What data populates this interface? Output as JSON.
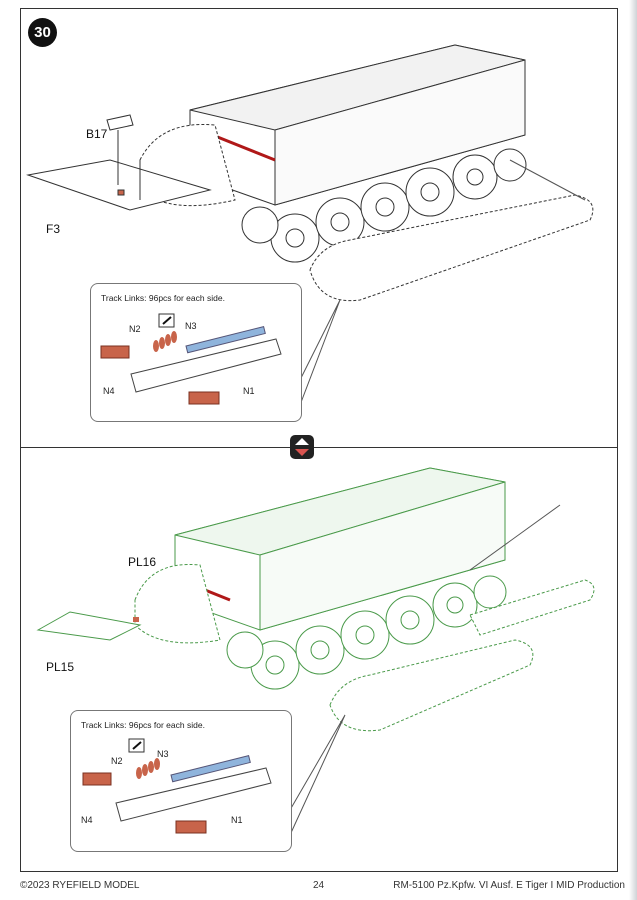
{
  "step_number": "30",
  "top_panel": {
    "labels": {
      "b17": "B17",
      "f3": "F3"
    },
    "callout": {
      "title": "Track Links: 96pcs for each side.",
      "n1": "N1",
      "n2": "N2",
      "n3": "N3",
      "n4": "N4"
    }
  },
  "bottom_panel": {
    "labels": {
      "pl16": "PL16",
      "pl15": "PL15"
    },
    "callout": {
      "title": "Track Links: 96pcs for each side.",
      "n1": "N1",
      "n2": "N2",
      "n3": "N3",
      "n4": "N4"
    }
  },
  "icons": {
    "swap": "swap-arrows-icon",
    "glue": "glue-brush-icon"
  },
  "colors": {
    "part_highlight": "#c8644a",
    "alt_highlight": "#4a9a4a",
    "link_blue": "#8fb4dc",
    "red_line": "#b01818"
  },
  "footer": {
    "copyright": "©2023 RYEFIELD MODEL",
    "page_number": "24",
    "product": "RM-5100 Pz.Kpfw. VI Ausf. E Tiger I MID Production"
  }
}
